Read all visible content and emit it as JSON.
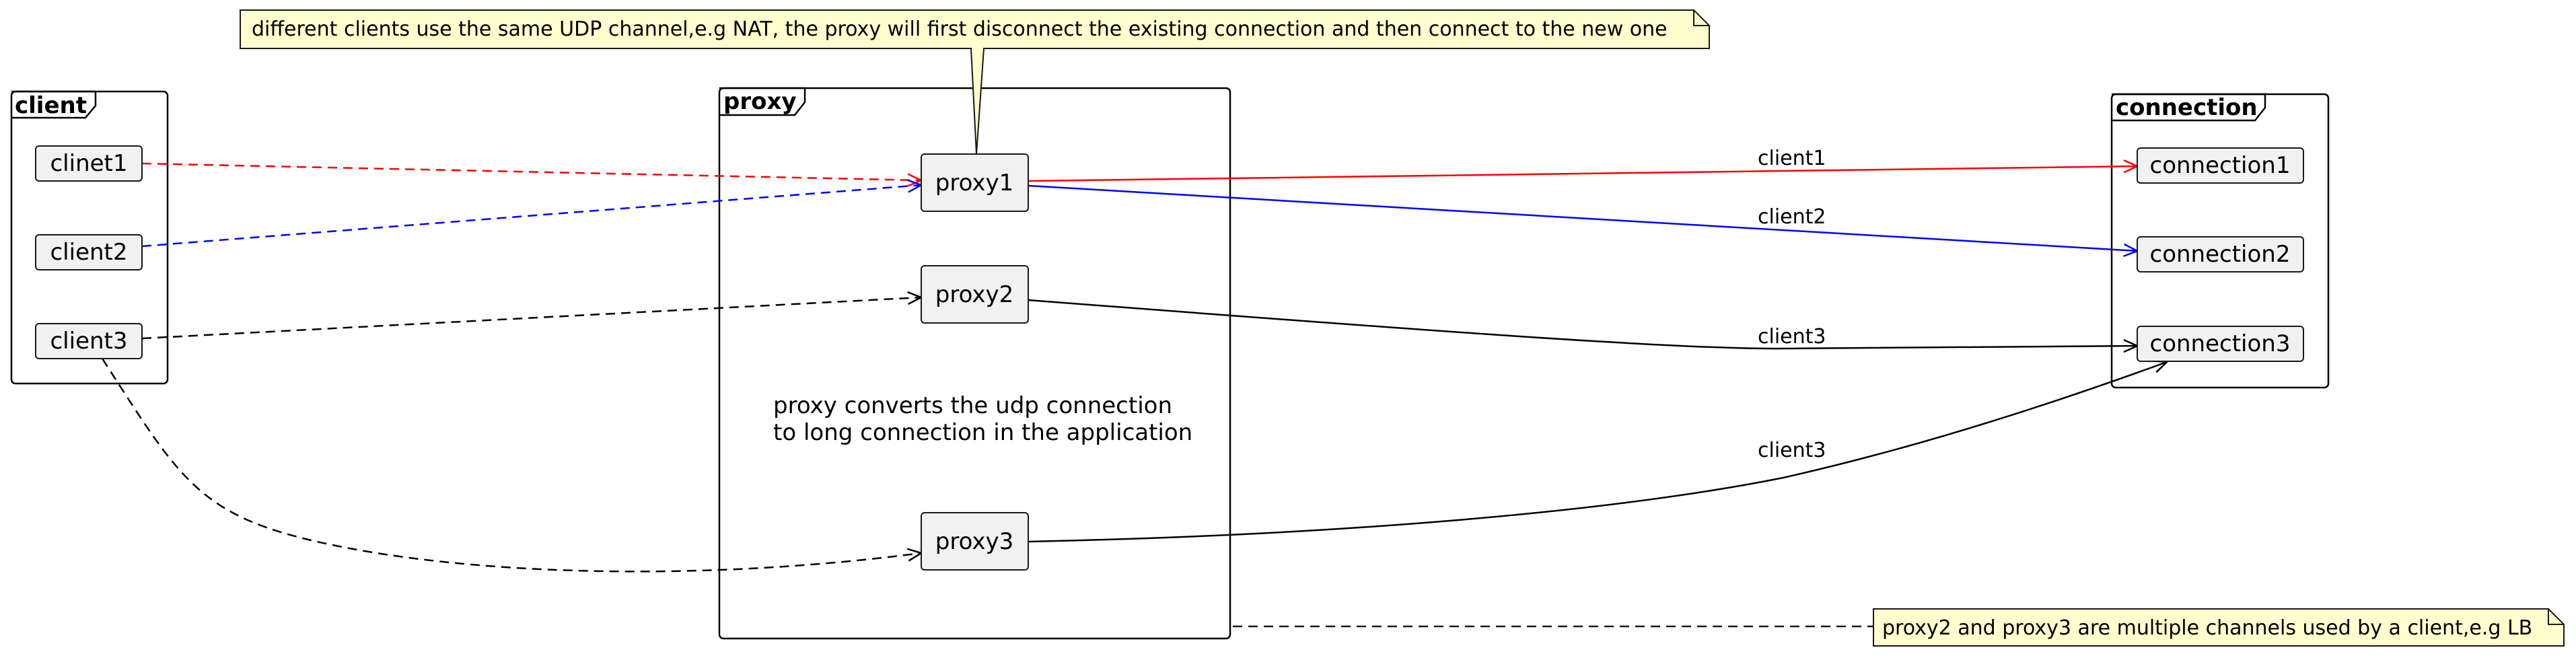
{
  "frames": {
    "client": {
      "title": "client"
    },
    "proxy": {
      "title": "proxy"
    },
    "connection": {
      "title": "connection"
    }
  },
  "nodes": {
    "clinet1": "clinet1",
    "client2": "client2",
    "client3": "client3",
    "proxy1": "proxy1",
    "proxy2": "proxy2",
    "proxy3": "proxy3",
    "connection1": "connection1",
    "connection2": "connection2",
    "connection3": "connection3"
  },
  "edges": [
    {
      "from": "clinet1",
      "to": "proxy1",
      "style": "dashed",
      "color": "#ff0000",
      "label": ""
    },
    {
      "from": "client2",
      "to": "proxy1",
      "style": "dashed",
      "color": "#0000ff",
      "label": ""
    },
    {
      "from": "client3",
      "to": "proxy2",
      "style": "dashed",
      "color": "#000000",
      "label": ""
    },
    {
      "from": "client3",
      "to": "proxy3",
      "style": "dashed",
      "color": "#000000",
      "label": ""
    },
    {
      "from": "proxy1",
      "to": "connection1",
      "style": "solid",
      "color": "#ff0000",
      "label": "client1"
    },
    {
      "from": "proxy1",
      "to": "connection2",
      "style": "solid",
      "color": "#0000ff",
      "label": "client2"
    },
    {
      "from": "proxy2",
      "to": "connection3",
      "style": "solid",
      "color": "#000000",
      "label": "client3"
    },
    {
      "from": "proxy3",
      "to": "connection3",
      "style": "solid",
      "color": "#000000",
      "label": "client3"
    }
  ],
  "labels": {
    "edge_client1": "client1",
    "edge_client2": "client2",
    "edge_client3_a": "client3",
    "edge_client3_b": "client3"
  },
  "proxy_text": {
    "line1": "proxy converts the udp connection",
    "line2": "to long connection in the application"
  },
  "notes": {
    "top": "different clients use the same UDP channel,e.g NAT, the proxy will first disconnect the existing connection and then connect to the new one",
    "bottom": "proxy2 and proxy3 are multiple channels used by a client,e.g LB"
  },
  "colors": {
    "node_fill": "#f1f1f1",
    "note_fill": "#fefece",
    "red": "#ff0000",
    "blue": "#0000ff",
    "black": "#000000"
  }
}
